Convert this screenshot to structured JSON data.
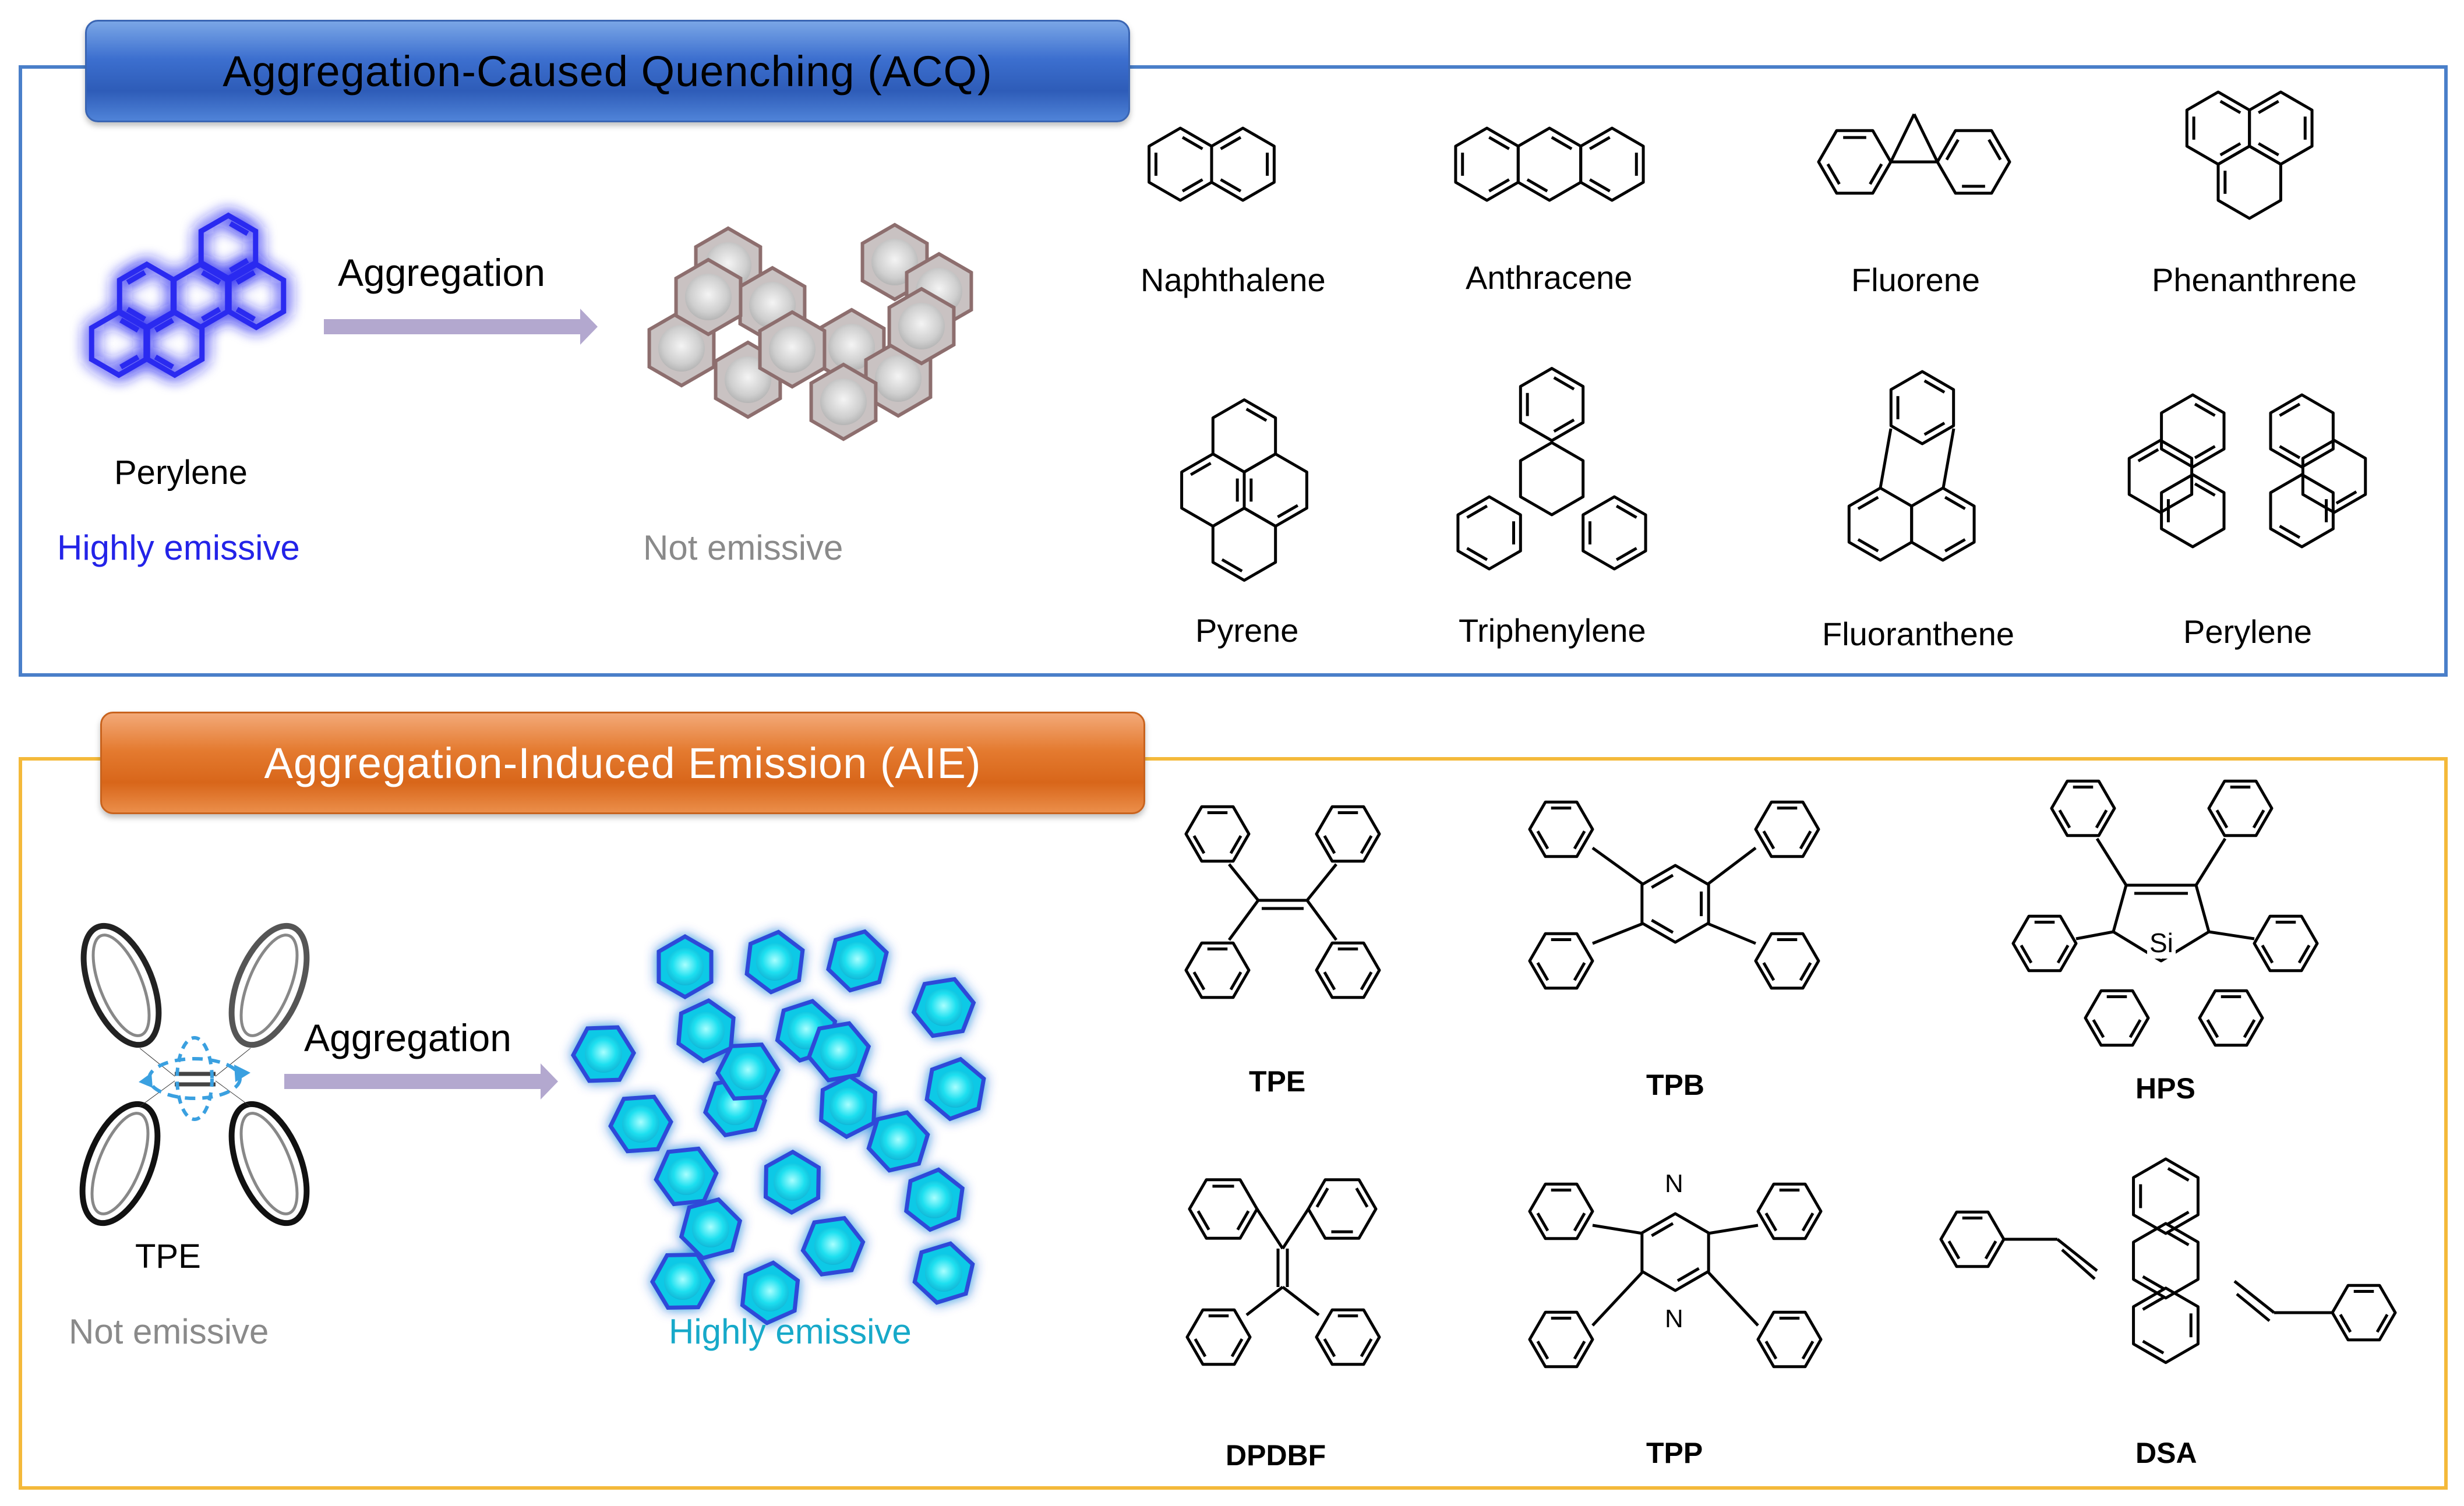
{
  "acq": {
    "title": "Aggregation-Caused Quenching (ACQ)",
    "arrow_label": "Aggregation",
    "molecule_label": "Perylene",
    "state_before": "Highly emissive",
    "state_after": "Not emissive",
    "structures": [
      "Naphthalene",
      "Anthracene",
      "Fluorene",
      "Phenanthrene",
      "Pyrene",
      "Triphenylene",
      "Fluoranthene",
      "Perylene"
    ]
  },
  "aie": {
    "title": "Aggregation-Induced Emission (AIE)",
    "arrow_label": "Aggregation",
    "molecule_label": "TPE",
    "state_before": "Not emissive",
    "state_after": "Highly emissive",
    "structures": [
      "TPE",
      "TPB",
      "HPS",
      "DPDBF",
      "TPP",
      "DSA"
    ],
    "atom_labels": {
      "si": "Si",
      "n": "N"
    }
  },
  "colors": {
    "acq_border": "#4a7fc9",
    "aie_border": "#f4b93a",
    "highly_emissive_blue": "#2323e8",
    "highly_emissive_cyan": "#17a9c9",
    "not_emissive_gray": "#7f7f7f",
    "arrow": "#b3a8cf"
  }
}
